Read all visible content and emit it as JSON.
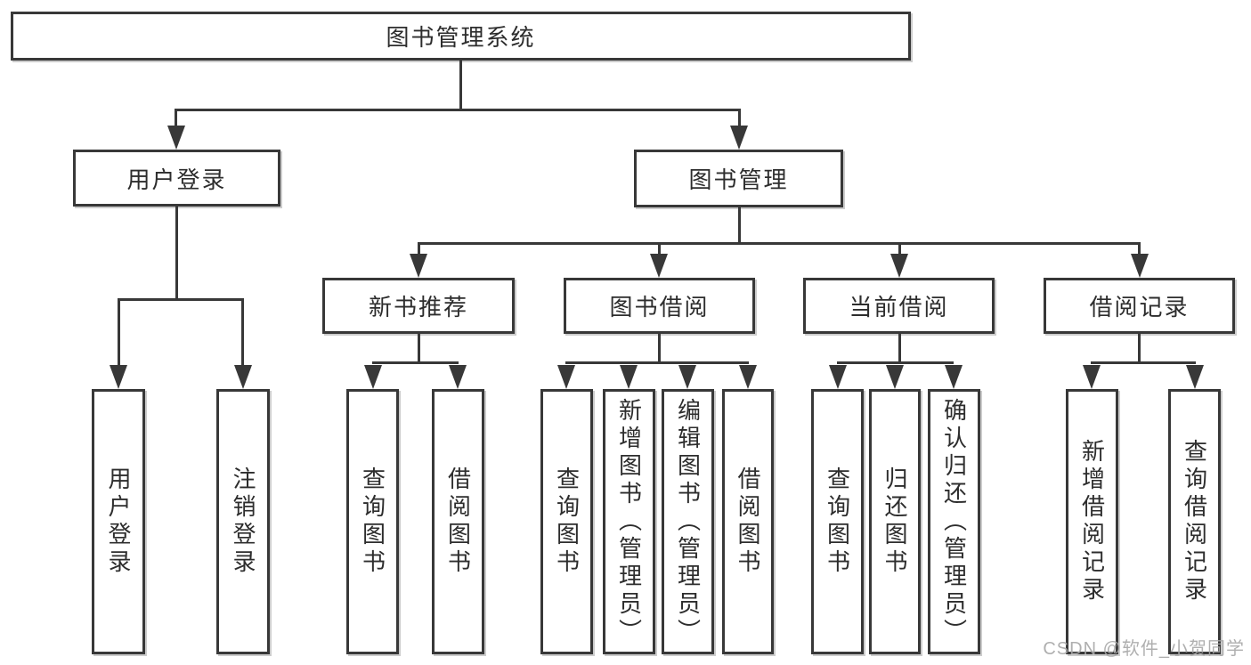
{
  "nodes": {
    "root": {
      "label": "图书管理系统"
    },
    "user_login": {
      "label": "用户登录"
    },
    "book_mgmt": {
      "label": "图书管理"
    },
    "new_book_rec": {
      "label": "新书推荐"
    },
    "book_borrow": {
      "label": "图书借阅"
    },
    "current_borrow": {
      "label": "当前借阅"
    },
    "borrow_records": {
      "label": "借阅记录"
    },
    "leaf_user_login": {
      "label": "用户登录"
    },
    "leaf_logout": {
      "label": "注销登录"
    },
    "leaf_query_book_rec": {
      "label": "查询图书"
    },
    "leaf_borrow_book_rec": {
      "label": "借阅图书"
    },
    "leaf_query_book_borrow": {
      "label": "查询图书"
    },
    "leaf_add_book_admin": {
      "label": "新增图书（管理员）"
    },
    "leaf_edit_book_admin": {
      "label": "编辑图书（管理员）"
    },
    "leaf_borrow_book_borrow": {
      "label": "借阅图书"
    },
    "leaf_query_book_current": {
      "label": "查询图书"
    },
    "leaf_return_book": {
      "label": "归还图书"
    },
    "leaf_confirm_return_admin": {
      "label": "确认归还（管理员）"
    },
    "leaf_add_borrow_record": {
      "label": "新增借阅记录"
    },
    "leaf_query_borrow_record": {
      "label": "查询借阅记录"
    }
  },
  "hierarchy": {
    "root": [
      "user_login",
      "book_mgmt"
    ],
    "user_login": [
      "leaf_user_login",
      "leaf_logout"
    ],
    "book_mgmt": [
      "new_book_rec",
      "book_borrow",
      "current_borrow",
      "borrow_records"
    ],
    "new_book_rec": [
      "leaf_query_book_rec",
      "leaf_borrow_book_rec"
    ],
    "book_borrow": [
      "leaf_query_book_borrow",
      "leaf_add_book_admin",
      "leaf_edit_book_admin",
      "leaf_borrow_book_borrow"
    ],
    "current_borrow": [
      "leaf_query_book_current",
      "leaf_return_book",
      "leaf_confirm_return_admin"
    ],
    "borrow_records": [
      "leaf_add_borrow_record",
      "leaf_query_borrow_record"
    ]
  },
  "watermark": {
    "text": "CSDN @软件_小贺同学"
  },
  "colors": {
    "line": "#383838",
    "text": "#2d2d2d",
    "background": "#ffffff",
    "watermark": "#a8a8a8"
  }
}
